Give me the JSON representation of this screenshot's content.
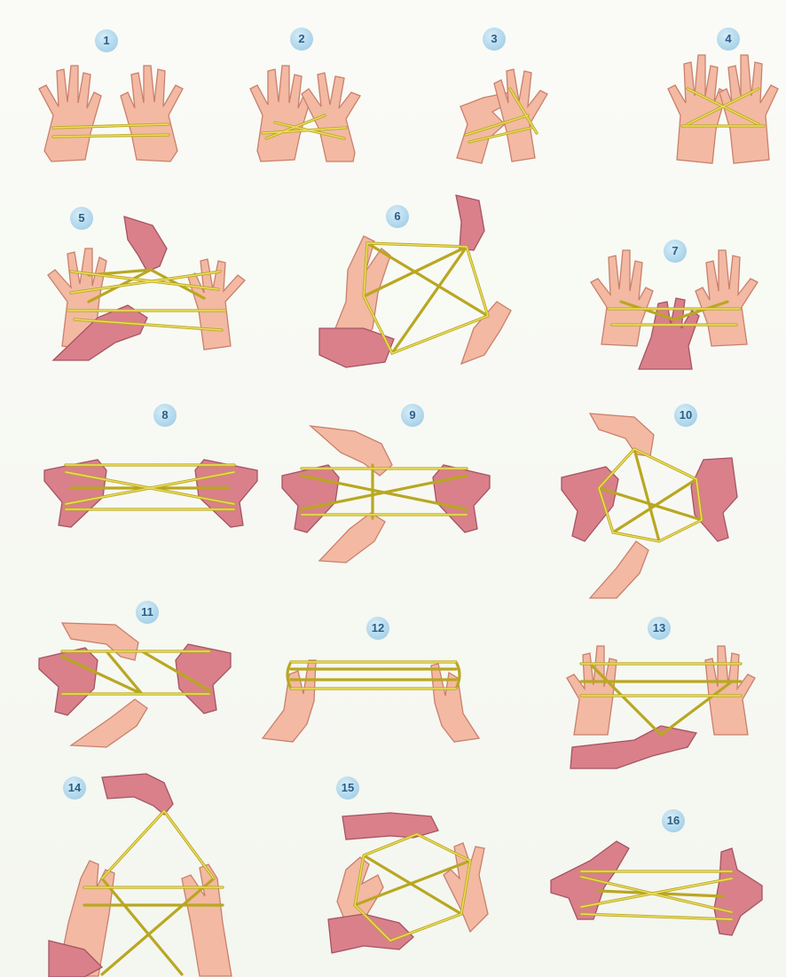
{
  "steps": [
    {
      "number": "1"
    },
    {
      "number": "2"
    },
    {
      "number": "3"
    },
    {
      "number": "4"
    },
    {
      "number": "5"
    },
    {
      "number": "6"
    },
    {
      "number": "7"
    },
    {
      "number": "8"
    },
    {
      "number": "9"
    },
    {
      "number": "10"
    },
    {
      "number": "11"
    },
    {
      "number": "12"
    },
    {
      "number": "13"
    },
    {
      "number": "14"
    },
    {
      "number": "15"
    },
    {
      "number": "16"
    }
  ],
  "colors": {
    "string": "#b9a722",
    "string_highlight": "#eee060",
    "skin": "#f3b9a2",
    "skin_dark": "#d9808a",
    "badge": "#a9d3ea",
    "badge_text": "#2a5f86"
  }
}
